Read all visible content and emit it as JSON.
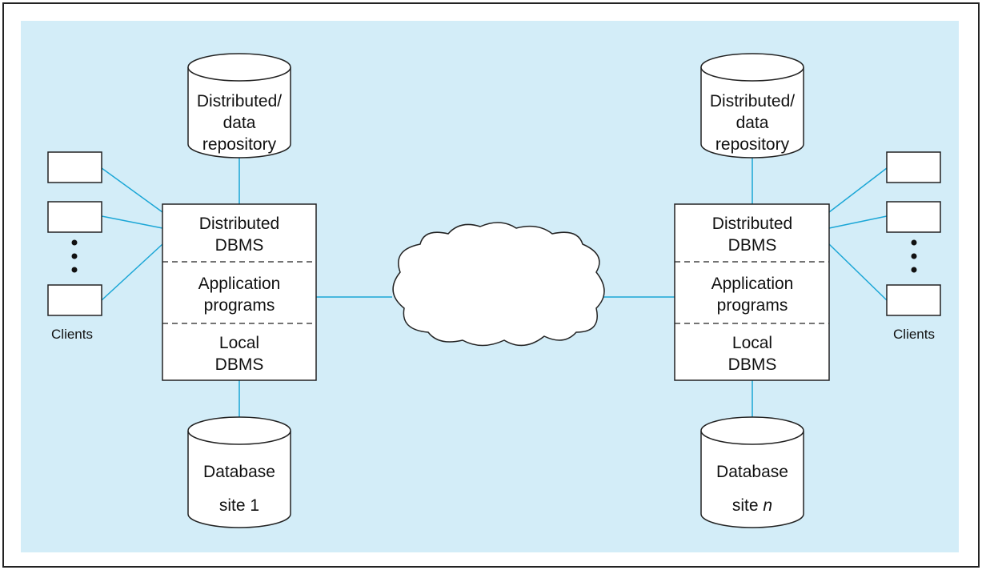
{
  "colors": {
    "background": "#d3edf8",
    "frame": "#222222",
    "connector": "#1aa6d6",
    "box_fill": "#ffffff",
    "stroke": "#222222"
  },
  "left_site": {
    "repository_lines": [
      "Distributed/",
      "data",
      "repository"
    ],
    "dbms_section": [
      "Distributed",
      "DBMS"
    ],
    "app_section": [
      "Application",
      "programs"
    ],
    "local_section": [
      "Local",
      "DBMS"
    ],
    "database_line1": "Database",
    "database_site_prefix": "site ",
    "database_site_suffix": "1",
    "clients_label": "Clients"
  },
  "right_site": {
    "repository_lines": [
      "Distributed/",
      "data",
      "repository"
    ],
    "dbms_section": [
      "Distributed",
      "DBMS"
    ],
    "app_section": [
      "Application",
      "programs"
    ],
    "local_section": [
      "Local",
      "DBMS"
    ],
    "database_line1": "Database",
    "database_site_prefix": "site ",
    "database_site_suffix": "n",
    "clients_label": "Clients"
  }
}
